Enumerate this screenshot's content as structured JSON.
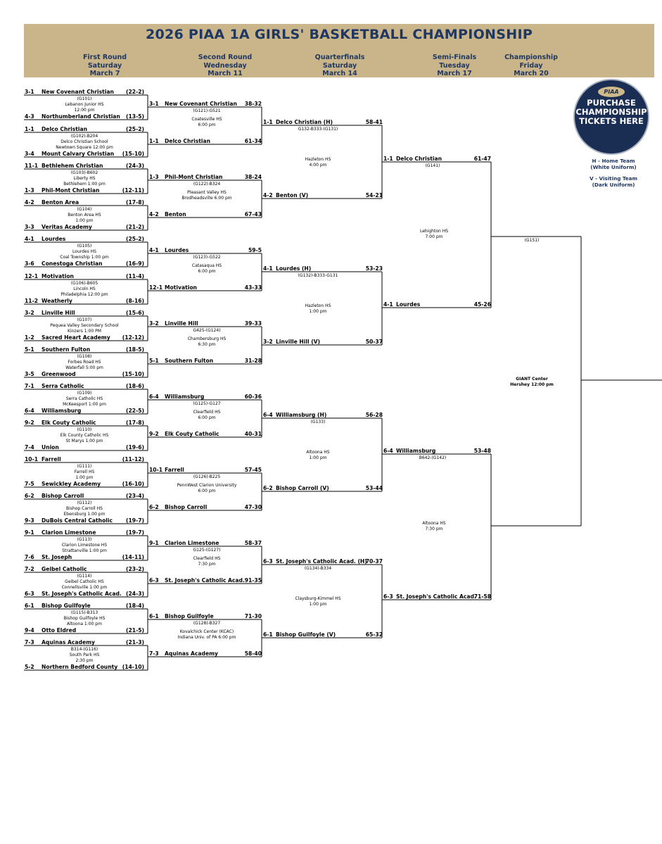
{
  "title": "2026 PIAA 1A GIRLS' BASKETBALL CHAMPIONSHIP",
  "rounds": [
    {
      "name": "First Round",
      "day": "Saturday",
      "date": "March 7"
    },
    {
      "name": "Second Round",
      "day": "Wednesday",
      "date": "March 11"
    },
    {
      "name": "Quarterfinals",
      "day": "Saturday",
      "date": "March 14"
    },
    {
      "name": "Semi-Finals",
      "day": "Tuesday",
      "date": "March 17"
    },
    {
      "name": "Championship",
      "day": "Friday",
      "date": "March 20"
    }
  ],
  "logo": {
    "brand": "PIAA",
    "line1": "PURCHASE",
    "line2": "CHAMPIONSHIP",
    "line3": "TICKETS HERE"
  },
  "legend": {
    "home_title": "H - Home Team",
    "home_sub": "(White Uniform)",
    "visit_title": "V - Visiting Team",
    "visit_sub": "(Dark Uniform)"
  },
  "r1": [
    {
      "top": {
        "seed": "3-1",
        "team": "New Covenant Christian",
        "rec": "(22-2)"
      },
      "bot": {
        "seed": "4-3",
        "team": "Northumberland Christian",
        "rec": "(13-5)"
      },
      "info": [
        "(G101)",
        "Lebanon Junior HS",
        "12:00 pm"
      ]
    },
    {
      "top": {
        "seed": "1-1",
        "team": "Delco Christian",
        "rec": "(25-2)"
      },
      "bot": {
        "seed": "3-4",
        "team": "Mount Calvary Christian",
        "rec": "(15-10)"
      },
      "info": [
        "(G102)-B204",
        "Delco Christian School",
        "Newtown Square 12:00 pm"
      ]
    },
    {
      "top": {
        "seed": "11-1",
        "team": "Bethlehem Christian",
        "rec": "(24-3)"
      },
      "bot": {
        "seed": "1-3",
        "team": "Phil-Mont Christian",
        "rec": "(12-11)"
      },
      "info": [
        "(G103)-B602",
        "Liberty HS",
        "Bethlehem 1:00 pm"
      ]
    },
    {
      "top": {
        "seed": "4-2",
        "team": "Benton Area",
        "rec": "(17-8)"
      },
      "bot": {
        "seed": "3-3",
        "team": "Veritas Academy",
        "rec": "(21-2)"
      },
      "info": [
        "(G104)",
        "Benton Area HS",
        "1:00 pm"
      ]
    },
    {
      "top": {
        "seed": "4-1",
        "team": "Lourdes",
        "rec": "(25-2)"
      },
      "bot": {
        "seed": "3-6",
        "team": "Conestoga Christian",
        "rec": "(16-9)"
      },
      "info": [
        "(G105)",
        "Lourdes HS",
        "Coal Township 1:00 pm"
      ]
    },
    {
      "top": {
        "seed": "12-1",
        "team": "Motivation",
        "rec": "(11-4)"
      },
      "bot": {
        "seed": "11-2",
        "team": "Weatherly",
        "rec": "(8-16)"
      },
      "info": [
        "(G106)-B605",
        "Lincoln HS",
        "Philadelphia 12:00 pm"
      ]
    },
    {
      "top": {
        "seed": "3-2",
        "team": "Linville Hill",
        "rec": "(15-6)"
      },
      "bot": {
        "seed": "1-2",
        "team": "Sacred Heart Academy",
        "rec": "(12-12)"
      },
      "info": [
        "(G107)",
        "Pequea Valley Secondary School",
        "Kinzers 1:00 PM"
      ]
    },
    {
      "top": {
        "seed": "5-1",
        "team": "Southern Fulton",
        "rec": "(18-5)"
      },
      "bot": {
        "seed": "3-5",
        "team": "Greenwood",
        "rec": "(15-10)"
      },
      "info": [
        "(G108)",
        "Forbes Road HS",
        "Waterfall 5:00 pm"
      ]
    },
    {
      "top": {
        "seed": "7-1",
        "team": "Serra Catholic",
        "rec": "(18-6)"
      },
      "bot": {
        "seed": "6-4",
        "team": "Williamsburg",
        "rec": "(22-5)"
      },
      "info": [
        "(G109)",
        "Serra Catholic HS",
        "McKeesport 1:00 pm"
      ]
    },
    {
      "top": {
        "seed": "9-2",
        "team": "Elk Couty Catholic",
        "rec": "(17-8)"
      },
      "bot": {
        "seed": "7-4",
        "team": "Union",
        "rec": "(19-6)"
      },
      "info": [
        "(G110)",
        "Elk County Catholic HS",
        "St Marys  1:00 pm"
      ]
    },
    {
      "top": {
        "seed": "10-1",
        "team": "Farrell",
        "rec": "(11-12)"
      },
      "bot": {
        "seed": "7-5",
        "team": "Sewickley Academy",
        "rec": "(16-10)"
      },
      "info": [
        "(G111)",
        "Farrell HS",
        "1:00 pm"
      ]
    },
    {
      "top": {
        "seed": "6-2",
        "team": "Bishop Carroll",
        "rec": "(23-4)"
      },
      "bot": {
        "seed": "9-3",
        "team": "DuBois Central Catholic",
        "rec": "(19-7)"
      },
      "info": [
        "(G112)",
        "Bishop Carroll HS",
        "Ebensburg 1:00 pm"
      ]
    },
    {
      "top": {
        "seed": "9-1",
        "team": "Clarion Limestone",
        "rec": "(19-7)"
      },
      "bot": {
        "seed": "7-6",
        "team": "St. Joseph",
        "rec": "(14-11)"
      },
      "info": [
        "(G113)",
        "Clarion Limestone HS",
        "Strattanville 1:00 pm"
      ]
    },
    {
      "top": {
        "seed": "7-2",
        "team": "Geibel Catholic",
        "rec": "(23-2)"
      },
      "bot": {
        "seed": "6-3",
        "team": "St. Joseph's Catholic Acad.",
        "rec": "(24-3)"
      },
      "info": [
        "(G114)",
        "Geibel Catholic HS",
        "Connellsville 1:00 pm"
      ]
    },
    {
      "top": {
        "seed": "6-1",
        "team": "Bishop Guilfoyle",
        "rec": "(18-4)"
      },
      "bot": {
        "seed": "9-4",
        "team": "Otto Eldred",
        "rec": "(21-5)"
      },
      "info": [
        "(G115)-B313",
        "Bishop Guilfoyle HS",
        "Altoona 1:00 pm"
      ]
    },
    {
      "top": {
        "seed": "7-3",
        "team": "Aquinas Academy",
        "rec": "(21-3)"
      },
      "bot": {
        "seed": "5-2",
        "team": "Northern Bedford County",
        "rec": "(14-10)"
      },
      "info": [
        "B314-(G116)",
        "South Park HS",
        "2:30 pm"
      ]
    }
  ],
  "r2": [
    {
      "top": {
        "seed": "3-1",
        "team": "New Covenant Christian",
        "score": "38-32"
      },
      "bot": {
        "seed": "1-1",
        "team": "Delco Christian",
        "score": "61-34"
      },
      "code": "(G121)-G521",
      "info": [
        "Coatesville HS",
        "6:00 pm"
      ]
    },
    {
      "top": {
        "seed": "1-3",
        "team": "Phil-Mont Christian",
        "score": "38-24"
      },
      "bot": {
        "seed": "4-2",
        "team": "Benton",
        "score": "67-43"
      },
      "code": "(G122)-B324",
      "info": [
        "Pleasant Valley HS",
        "Brodheadsville 6:00 pm"
      ]
    },
    {
      "top": {
        "seed": "4-1",
        "team": "Lourdes",
        "score": "59-5"
      },
      "bot": {
        "seed": "12-1",
        "team": "Motivation",
        "score": "43-33"
      },
      "code": "(G123)-G522",
      "info": [
        "Catasaqua HS",
        "6:00 pm"
      ]
    },
    {
      "top": {
        "seed": "3-2",
        "team": "Linville Hill",
        "score": "39-33"
      },
      "bot": {
        "seed": "5-1",
        "team": "Southern Fulton",
        "score": "31-28"
      },
      "code": "G425-(G124)",
      "info": [
        "Chambersburg HS",
        "6:30 pm"
      ]
    },
    {
      "top": {
        "seed": "6-4",
        "team": "Williamsburg",
        "score": "60-36"
      },
      "bot": {
        "seed": "9-2",
        "team": "Elk Couty Catholic",
        "score": "40-31"
      },
      "code": "(G125)-G127",
      "info": [
        "Clearfield HS",
        "6:00 pm"
      ]
    },
    {
      "top": {
        "seed": "10-1",
        "team": "Farrell",
        "score": "57-45"
      },
      "bot": {
        "seed": "6-2",
        "team": "Bishop Carroll",
        "score": "47-30"
      },
      "code": "(G126)-B225",
      "info": [
        "PennWest Clarion University",
        "6:00 pm"
      ]
    },
    {
      "top": {
        "seed": "9-1",
        "team": "Clarion Limestone",
        "score": "58-37"
      },
      "bot": {
        "seed": "6-3",
        "team": "St. Joseph's Catholic Acad.",
        "score": "91-35"
      },
      "code": "G125-(G127)",
      "info": [
        "Clearfield HS",
        "7:30 pm"
      ]
    },
    {
      "top": {
        "seed": "6-1",
        "team": "Bishop Guilfoyle",
        "score": "71-30"
      },
      "bot": {
        "seed": "7-3",
        "team": "Aquinas Academy",
        "score": "58-40"
      },
      "code": "(G128)-B327",
      "info": [
        "Kovalchick Center (KCAC)",
        "Indiana Univ. of PA 6:00 pm"
      ]
    }
  ],
  "qf": [
    {
      "top": {
        "seed": "1-1",
        "team": "Delco Christian (H)",
        "score": "58-41"
      },
      "bot": {
        "seed": "4-2",
        "team": "Benton (V)",
        "score": "54-21"
      },
      "code": "G132-B333-(G131)",
      "info": [
        "Hazleton HS",
        "4:00 pm"
      ]
    },
    {
      "top": {
        "seed": "4-1",
        "team": "Lourdes (H)",
        "score": "53-23"
      },
      "bot": {
        "seed": "3-2",
        "team": "Linville Hill (V)",
        "score": "50-37"
      },
      "code": "(G132)-B333-G131",
      "info": [
        "Hazleton HS",
        "1:00 pm"
      ]
    },
    {
      "top": {
        "seed": "6-4",
        "team": "Williamsburg (H)",
        "score": "56-28"
      },
      "bot": {
        "seed": "6-2",
        "team": "Bishop Carroll (V)",
        "score": "53-44"
      },
      "code": "(G133)",
      "info": [
        "Altoona HS",
        "1:00 pm"
      ]
    },
    {
      "top": {
        "seed": "6-3",
        "team": "St. Joseph's Catholic Acad. (H)",
        "score": "70-37"
      },
      "bot": {
        "seed": "6-1",
        "team": "Bishop Guilfoyle (V)",
        "score": "65-32"
      },
      "code": "(G134)-B334",
      "info": [
        "Claysburg-Kimmel HS",
        "1:00 pm"
      ]
    }
  ],
  "sf": [
    {
      "top": {
        "seed": "1-1",
        "team": "Delco Christian",
        "score": "61-47"
      },
      "bot": {
        "seed": "4-1",
        "team": "Lourdes",
        "score": "45-26"
      },
      "code": "(G141)",
      "info": [
        "Lehighton HS",
        "7:00 pm"
      ]
    },
    {
      "top": {
        "seed": "6-4",
        "team": "Williamsburg",
        "score": "53-48"
      },
      "bot": {
        "seed": "6-3",
        "team": "St. Joseph's Catholic Acad.",
        "score": "71-58"
      },
      "code": "B642-(G142)",
      "info": [
        "Altoona HS",
        "7:30 pm"
      ]
    }
  ],
  "final": {
    "code": "(G151)",
    "info": [
      "GIANT Center",
      "Hershey 12:00 pm"
    ]
  }
}
